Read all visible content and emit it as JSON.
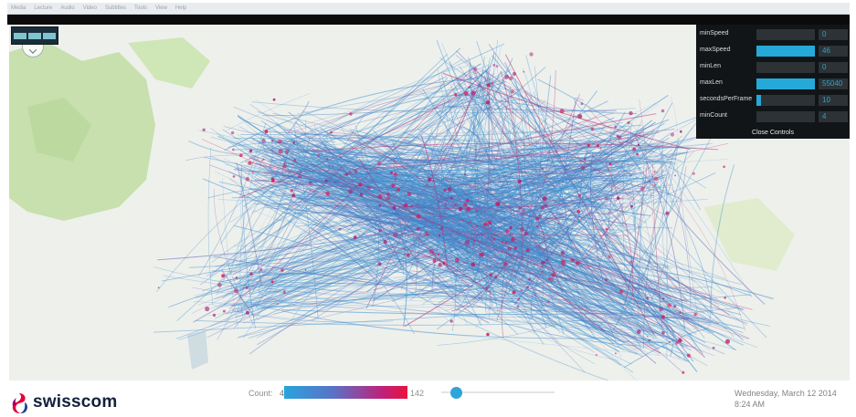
{
  "menubar": {
    "items": [
      "Media",
      "Lecture",
      "Audio",
      "Video",
      "Subtitles",
      "Tools",
      "View",
      "Help"
    ]
  },
  "controls": {
    "rows": [
      {
        "label": "minSpeed",
        "value": "0",
        "fill": 0.0
      },
      {
        "label": "maxSpeed",
        "value": "46",
        "fill": 1.0
      },
      {
        "label": "minLen",
        "value": "0",
        "fill": 0.0
      },
      {
        "label": "maxLen",
        "value": "55040",
        "fill": 1.0
      },
      {
        "label": "secondsPerFrame",
        "value": "10",
        "fill": 0.08
      },
      {
        "label": "minCount",
        "value": "4",
        "fill": 0.0
      }
    ],
    "close_label": "Close Controls",
    "accent": "#25a9d8"
  },
  "footer": {
    "brand": "swisscom",
    "count_label": "Count:",
    "count_min": "4",
    "count_max": "142",
    "date": "Wednesday, March 12 2014",
    "time": "8:24 AM",
    "time_progress": 0.13
  },
  "icons": {
    "toggle": "layers-toggle-icon",
    "collapse": "chevron-down-icon",
    "logo": "swisscom-logo-icon"
  }
}
